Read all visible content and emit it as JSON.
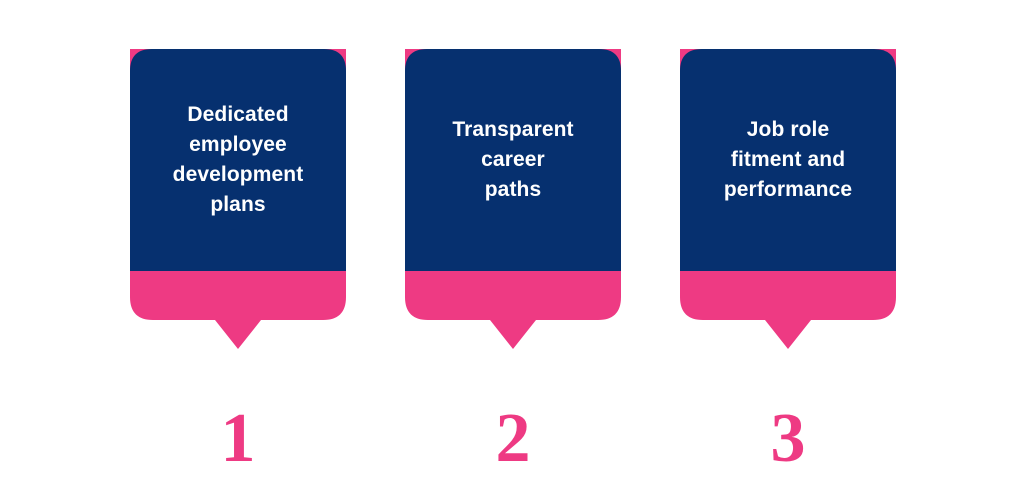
{
  "page": {
    "title": "Three Step Callout Cards",
    "background_color": "#FFFFFF"
  },
  "theme": {
    "navy": "#06306F",
    "pink": "#EE3A83",
    "text_on_navy": "#FFFFFF"
  },
  "cards": [
    {
      "number": "1",
      "text": "Dedicated\nemployee\ndevelopment\nplans",
      "lines": [
        "Dedicated",
        "employee",
        "development",
        "plans"
      ],
      "top_color": "#06306F",
      "bottom_color": "#EE3A83"
    },
    {
      "number": "2",
      "text": "Transparent\ncareer\npaths",
      "lines": [
        "Transparent",
        "career",
        "paths"
      ],
      "top_color": "#06306F",
      "bottom_color": "#EE3A83"
    },
    {
      "number": "3",
      "text": "Job role\nfitment and\nperformance",
      "lines": [
        "Job role",
        "fitment and",
        "performance"
      ],
      "top_color": "#06306F",
      "bottom_color": "#EE3A83"
    }
  ]
}
